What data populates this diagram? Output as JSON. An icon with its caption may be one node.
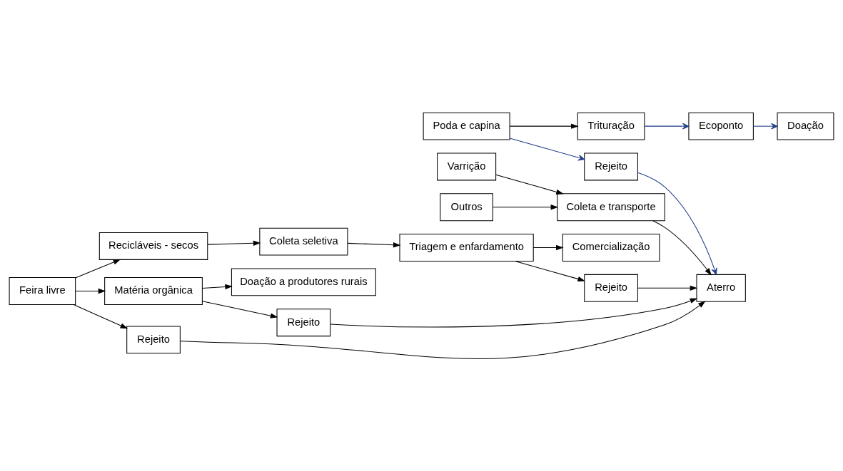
{
  "diagram": {
    "nodes": [
      {
        "text": [
          "Poda e capina"
        ]
      },
      {
        "text": [
          "Trituração"
        ]
      },
      {
        "text": [
          "Ecoponto"
        ]
      },
      {
        "text": [
          "Doação"
        ]
      },
      {
        "text": [
          "Rejeito"
        ]
      },
      {
        "text": [
          "Varrição"
        ]
      },
      {
        "text": [
          "Outros"
        ]
      },
      {
        "text": [
          "Coleta e transporte"
        ]
      },
      {
        "text": [
          "Aterro"
        ]
      },
      {
        "text": [
          "Recicláveis - secos"
        ]
      },
      {
        "text": [
          "Coleta seletiva"
        ]
      },
      {
        "text": [
          "Triagem e enfardamento"
        ]
      },
      {
        "text": [
          "Comercialização"
        ]
      },
      {
        "text": [
          "Feira livre"
        ]
      },
      {
        "text": [
          "Rejeito"
        ]
      },
      {
        "text": [
          "Matéria orgânica"
        ]
      },
      {
        "text": [
          "Doação a produtores rurais"
        ]
      },
      {
        "text": [
          "Rejeito"
        ]
      },
      {
        "text": [
          "Rejeito"
        ]
      }
    ],
    "edges": [
      {
        "from": 0,
        "to": 1,
        "arrow": "to"
      },
      {
        "from": 0,
        "to": 4,
        "arrow": "to",
        "color": "#1f3c88"
      },
      {
        "from": 1,
        "to": 2,
        "arrow": "to",
        "color": "#1f3c88"
      },
      {
        "from": 2,
        "to": 3,
        "arrow": "to",
        "color": "#1f3c88"
      },
      {
        "from": 4,
        "to": 8,
        "arrow": "to",
        "color": "#1f3c88"
      },
      {
        "from": 5,
        "to": 7,
        "arrow": "to"
      },
      {
        "from": 6,
        "to": 7,
        "arrow": "to"
      },
      {
        "from": 7,
        "to": 8,
        "arrow": "to"
      },
      {
        "from": 13,
        "to": 9,
        "arrow": "to"
      },
      {
        "from": 9,
        "to": 10,
        "arrow": "to"
      },
      {
        "from": 10,
        "to": 11,
        "arrow": "to"
      },
      {
        "from": 11,
        "to": 12,
        "arrow": "to"
      },
      {
        "from": 11,
        "to": 14,
        "arrow": "to"
      },
      {
        "from": 13,
        "to": 15,
        "arrow": "to"
      },
      {
        "from": 15,
        "to": 16,
        "arrow": "to"
      },
      {
        "from": 15,
        "to": 17,
        "arrow": "to"
      },
      {
        "from": 13,
        "to": 18,
        "arrow": "to"
      },
      {
        "from": 14,
        "to": 8,
        "arrow": "to"
      },
      {
        "from": 17,
        "to": 8,
        "arrow": "to"
      },
      {
        "from": 18,
        "to": 8,
        "arrow": "to"
      }
    ]
  }
}
